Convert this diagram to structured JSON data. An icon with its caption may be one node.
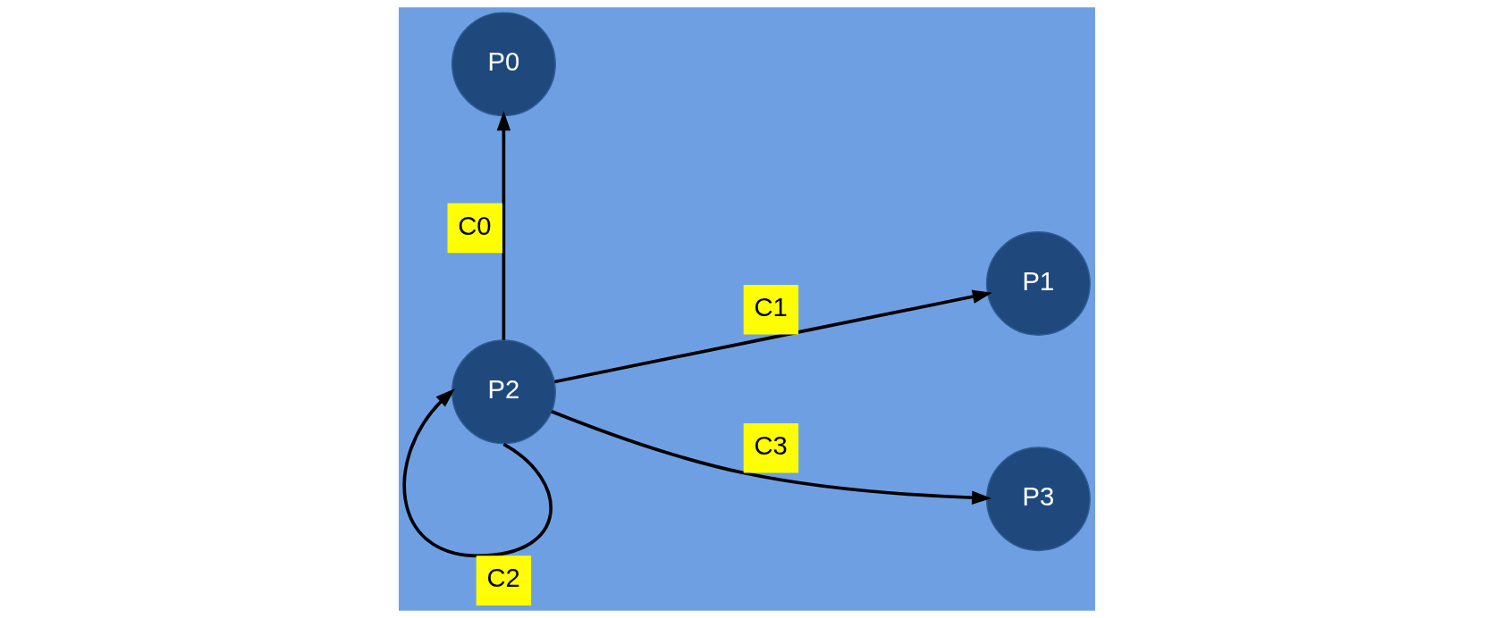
{
  "diagram": {
    "nodes": [
      {
        "text": [
          "P0"
        ]
      },
      {
        "text": [
          "P1"
        ]
      },
      {
        "text": [
          "P2"
        ]
      },
      {
        "text": [
          "P3"
        ]
      }
    ],
    "edges": [
      {
        "from": 2,
        "to": 0,
        "arrow": "to",
        "label": "C0"
      },
      {
        "from": 2,
        "to": 1,
        "arrow": "to",
        "label": "C1"
      },
      {
        "from": 2,
        "to": 2,
        "arrow": "to",
        "label": "C2"
      },
      {
        "from": 2,
        "to": 3,
        "arrow": "to",
        "label": "C3"
      }
    ]
  }
}
